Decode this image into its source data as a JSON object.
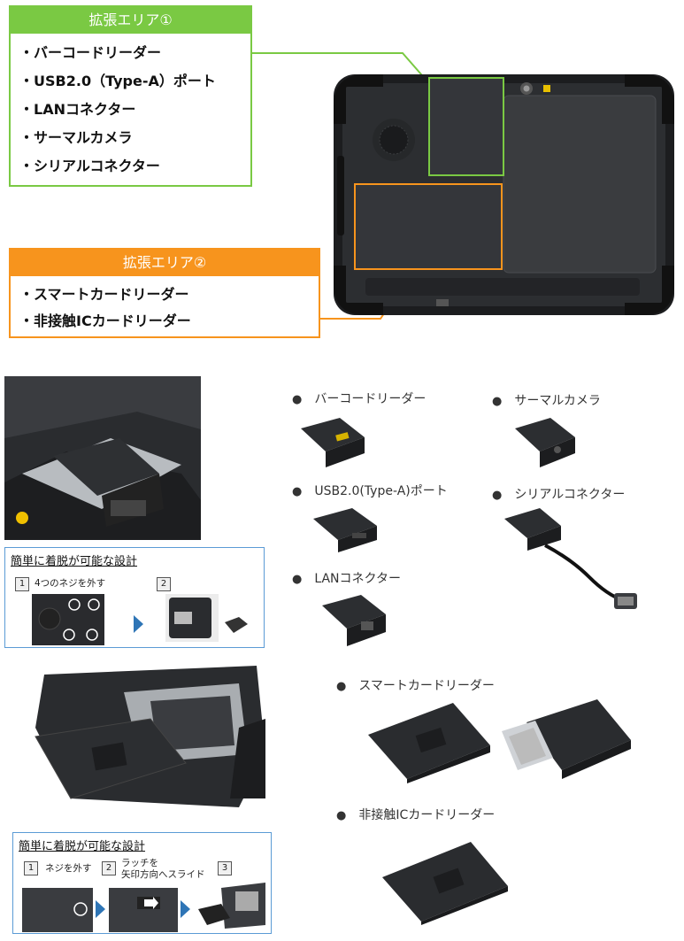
{
  "area1": {
    "title": "拡張エリア①",
    "items": [
      "バーコードリーダー",
      "USB2.0（Type-A）ポート",
      "LANコネクター",
      "サーマルカメラ",
      "シリアルコネクター"
    ]
  },
  "area2": {
    "title": "拡張エリア②",
    "items": [
      "スマートカードリーダー",
      "非接触ICカードリーダー"
    ]
  },
  "modules": {
    "barcode": "バーコードリーダー",
    "thermal": "サーマルカメラ",
    "usb": "USB2.0(Type-A)ポート",
    "serial": "シリアルコネクター",
    "lan": "LANコネクター",
    "smartcard": "スマートカードリーダー",
    "contactless": "非接触ICカードリーダー"
  },
  "detach1": {
    "title": "簡単に着脱が可能な設計",
    "step1_num": "1",
    "step1_text": "4つのネジを外す",
    "step2_num": "2"
  },
  "detach2": {
    "title": "簡単に着脱が可能な設計",
    "step1_num": "1",
    "step1_text": "ネジを外す",
    "step2_num": "2",
    "step2_text_line1": "ラッチを",
    "step2_text_line2": "矢印方向へスライド",
    "step3_num": "3"
  },
  "colors": {
    "area1": "#7ac943",
    "area2": "#f7941d",
    "panel_border": "#5b9bd5",
    "arrow": "#2e75b6"
  }
}
